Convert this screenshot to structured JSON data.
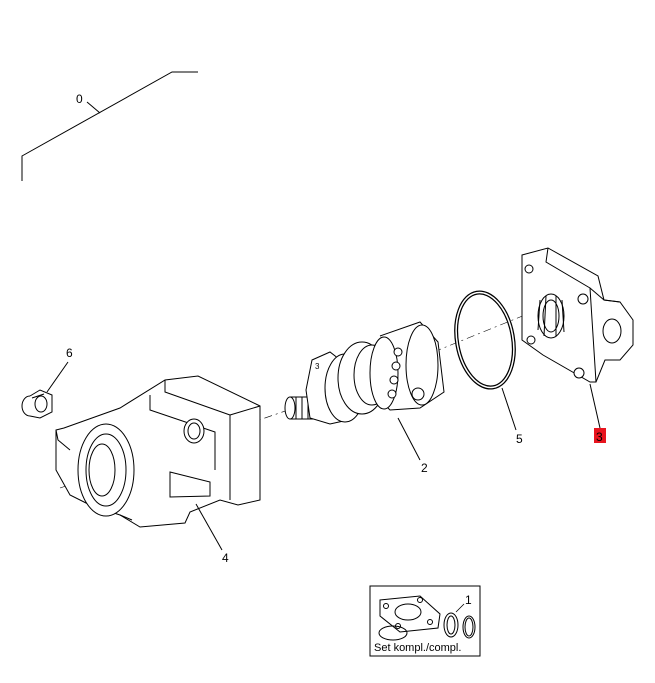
{
  "diagram": {
    "callouts": {
      "assembly": "0",
      "shaft_assembly": "2",
      "end_cover": "3",
      "housing": "4",
      "o_ring": "5",
      "plug": "6",
      "kit_item": "1"
    },
    "kit_box": {
      "caption": "Set kompl./compl."
    },
    "colors": {
      "line": "#000000",
      "highlight": "#e8141e",
      "background": "#ffffff"
    }
  }
}
